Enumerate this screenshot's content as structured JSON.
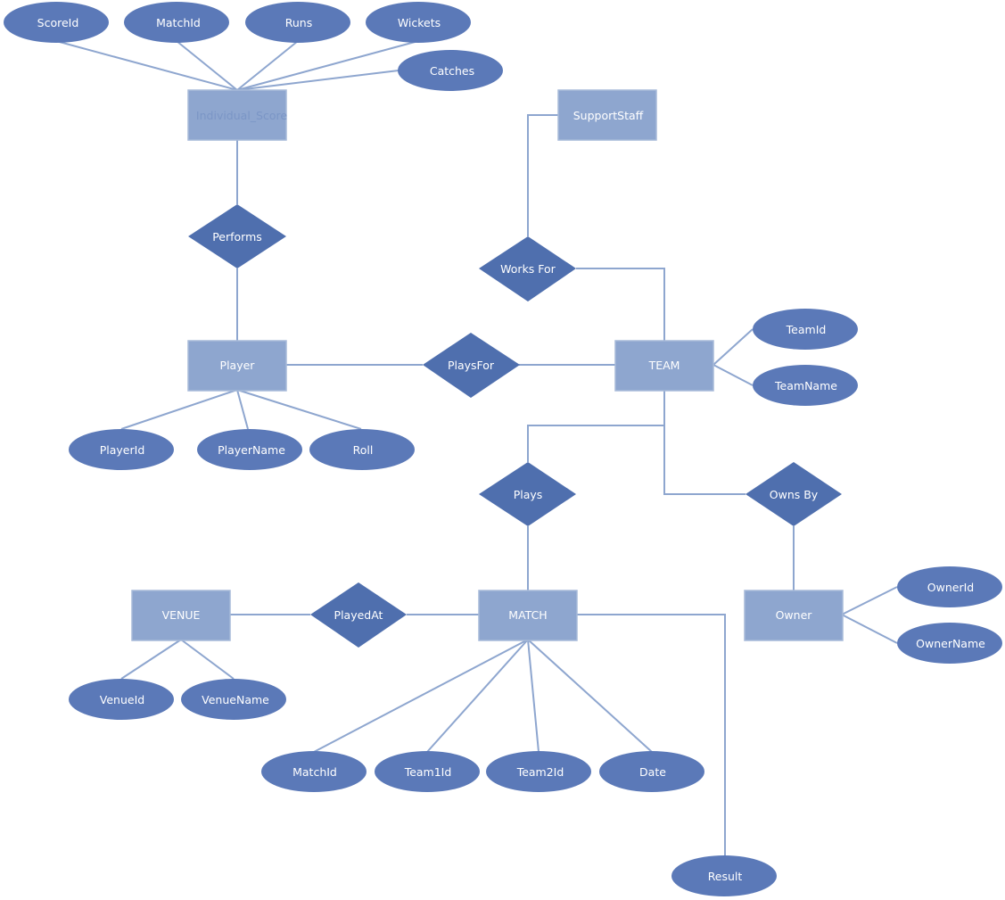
{
  "entities": {
    "individual_score": "Individual_Score",
    "support_staff": "SupportStaff",
    "player": "Player",
    "team": "TEAM",
    "venue": "VENUE",
    "match": "MATCH",
    "owner": "Owner"
  },
  "relationships": {
    "performs": "Performs",
    "works_for": "Works For",
    "plays_for": "PlaysFor",
    "plays": "Plays",
    "owns_by": "Owns By",
    "played_at": "PlayedAt"
  },
  "attributes": {
    "score_id": "ScoreId",
    "score_match_id": "MatchId",
    "runs": "Runs",
    "wickets": "Wickets",
    "catches": "Catches",
    "team_id": "TeamId",
    "team_name": "TeamName",
    "player_id": "PlayerId",
    "player_name": "PlayerName",
    "roll": "Roll",
    "owner_id": "OwnerId",
    "owner_name": "OwnerName",
    "venue_id": "VenueId",
    "venue_name": "VenueName",
    "match_id": "MatchId",
    "team1_id": "Team1Id",
    "team2_id": "Team2Id",
    "date": "Date",
    "result": "Result"
  }
}
